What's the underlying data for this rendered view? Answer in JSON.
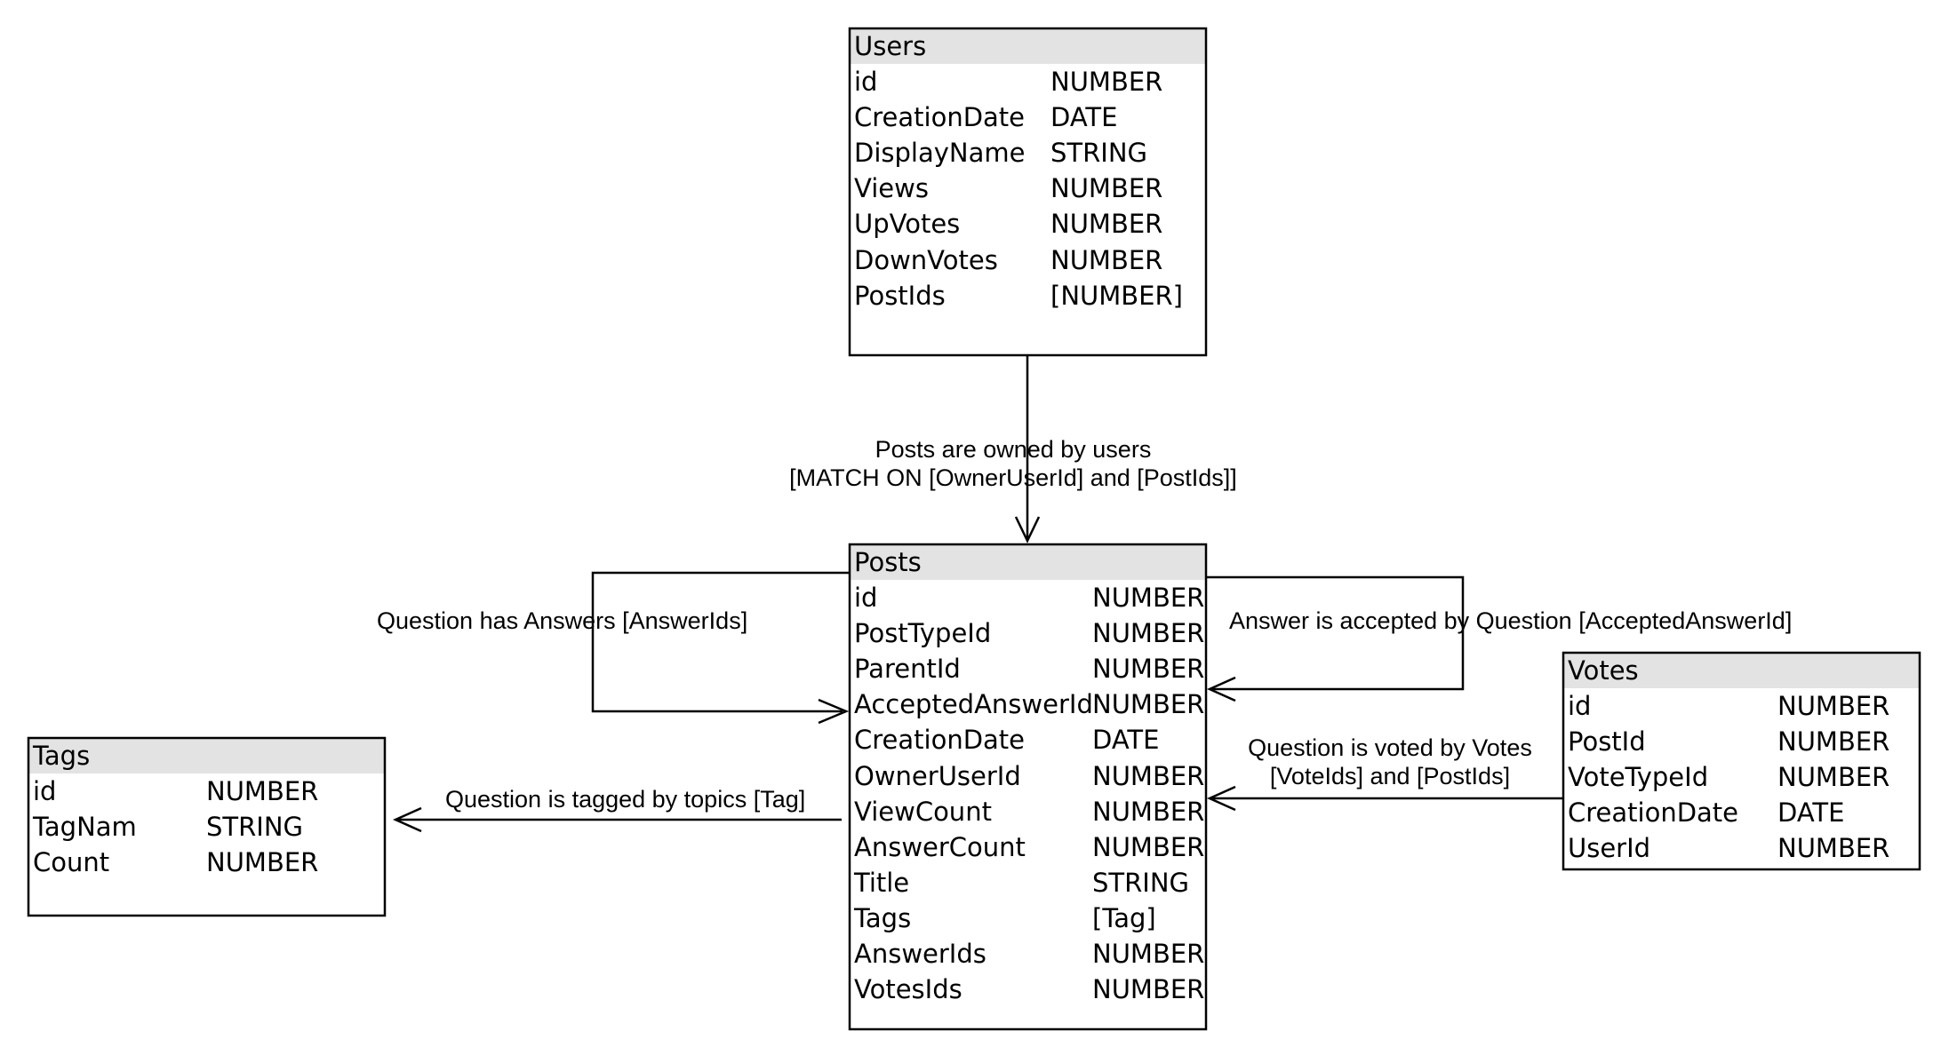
{
  "entities": {
    "users": {
      "title": "Users",
      "fields": [
        {
          "name": "id",
          "type": "NUMBER"
        },
        {
          "name": "CreationDate",
          "type": "DATE"
        },
        {
          "name": "DisplayName",
          "type": "STRING"
        },
        {
          "name": "Views",
          "type": "NUMBER"
        },
        {
          "name": "UpVotes",
          "type": "NUMBER"
        },
        {
          "name": "DownVotes",
          "type": "NUMBER"
        },
        {
          "name": "PostIds",
          "type": "[NUMBER]"
        }
      ]
    },
    "posts": {
      "title": "Posts",
      "fields": [
        {
          "name": "id",
          "type": "NUMBER"
        },
        {
          "name": "PostTypeId",
          "type": "NUMBER"
        },
        {
          "name": "ParentId",
          "type": "NUMBER"
        },
        {
          "name": "AcceptedAnswerId",
          "type": "NUMBER"
        },
        {
          "name": "CreationDate",
          "type": "DATE"
        },
        {
          "name": "OwnerUserId",
          "type": "NUMBER"
        },
        {
          "name": "ViewCount",
          "type": "NUMBER"
        },
        {
          "name": "AnswerCount",
          "type": "NUMBER"
        },
        {
          "name": "Title",
          "type": "STRING"
        },
        {
          "name": "Tags",
          "type": "[Tag]"
        },
        {
          "name": "AnswerIds",
          "type": "NUMBER"
        },
        {
          "name": "VotesIds",
          "type": "NUMBER"
        }
      ]
    },
    "tags": {
      "title": "Tags",
      "fields": [
        {
          "name": "id",
          "type": "NUMBER"
        },
        {
          "name": "TagNam",
          "type": "STRING"
        },
        {
          "name": "Count",
          "type": "NUMBER"
        }
      ]
    },
    "votes": {
      "title": "Votes",
      "fields": [
        {
          "name": "id",
          "type": "NUMBER"
        },
        {
          "name": "PostId",
          "type": "NUMBER"
        },
        {
          "name": "VoteTypeId",
          "type": "NUMBER"
        },
        {
          "name": "CreationDate",
          "type": "DATE"
        },
        {
          "name": "UserId",
          "type": "NUMBER"
        }
      ]
    }
  },
  "relationships": {
    "users_posts": {
      "line1": "Posts are owned by users",
      "line2": "[MATCH ON [OwnerUserId] and [PostIds]]"
    },
    "question_answers": {
      "line1": "Question has Answers [AnswerIds]"
    },
    "answer_accepted": {
      "line1": "Answer is accepted by Question [AcceptedAnswerId]"
    },
    "votes_posts": {
      "line1": "Question is voted by Votes",
      "line2": "[VoteIds] and [PostIds]"
    },
    "tags_posts": {
      "line1": "Question is tagged by topics [Tag]"
    }
  },
  "colors": {
    "header_fill": "#e3e3e3",
    "line": "#000000",
    "background": "#ffffff"
  }
}
